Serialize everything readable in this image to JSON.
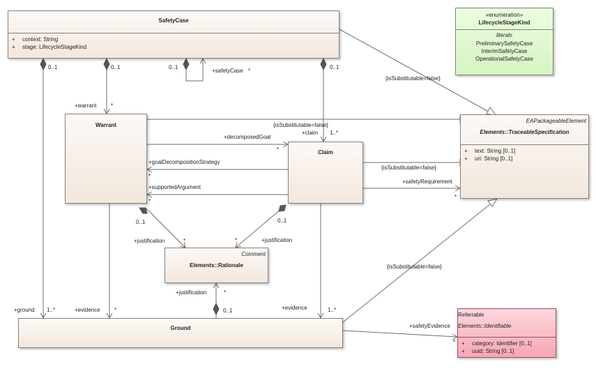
{
  "classes": {
    "safety_case": {
      "name": "SafetyCase",
      "attributes": [
        {
          "vis": "+",
          "text": "context: String"
        },
        {
          "vis": "+",
          "text": "stage: LifecycleStageKind"
        }
      ]
    },
    "warrant": {
      "name": "Warrant"
    },
    "claim": {
      "name": "Claim"
    },
    "ground": {
      "name": "Ground"
    },
    "rationale": {
      "stereotype": "Comment",
      "name": "Elements::Rationale"
    },
    "traceable": {
      "stereotype": "EAPackageableElement",
      "name": "Elements::TraceableSpecification",
      "attributes": [
        {
          "vis": "+",
          "text": "text: String [0..1]"
        },
        {
          "vis": "+",
          "text": "uri: String [0..1]"
        }
      ]
    },
    "identifiable": {
      "stereotype": "Referrable",
      "name": "Elements::Identifiable",
      "attributes": [
        {
          "vis": "+",
          "text": "category: Identifier [0..1]"
        },
        {
          "vis": "+",
          "text": "uuid: String [0..1]"
        }
      ]
    },
    "lifecycle": {
      "stereotype": "«enumeration»",
      "name": "LifecycleStageKind",
      "section": "literals",
      "literals": [
        "PreliminarySafetyCase",
        "InterimSafetyCase",
        "OperationalSafetyCase"
      ]
    }
  },
  "labels": {
    "sc_ground_mult": "0..1",
    "sc_warrant_mult": "0..1",
    "sc_self_mult": "0..1",
    "sc_self_role": "+safetyCase",
    "sc_self_star": "*",
    "sc_claim_mult": "0..1",
    "warrant_role": "+warrant",
    "warrant_star": "*",
    "sc_subst": "{isSubstitutable=false}",
    "warrant_subst": "{isSubstitutable=false}",
    "claim_role": "+claim",
    "claim_mult": "1..*",
    "decomposed_goal": "+decomposedGoal",
    "decomposed_star": "*",
    "goal_decomp": "+goalDecompositionStrategy",
    "goal_decomp_star": "*",
    "supported_arg": "+supportedArgument",
    "supported_star": "*",
    "claim_subst": "{isSubstitutable=false}",
    "safety_req": "+safetyRequirement",
    "safety_req_star": "*",
    "warrant_rat_mult": "0..1",
    "warrant_rat_role": "+justification",
    "warrant_rat_star": "*",
    "claim_rat_mult": "0..1",
    "claim_rat_star": "*",
    "claim_rat_role": "+justification",
    "ground_subst": "{isSubstitutable=false}",
    "ground_role": "+ground",
    "ground_mult": "1..*",
    "evidence_role": "+evidence",
    "evidence_star": "*",
    "rat_role": "+justification",
    "rat_star": "*",
    "ground_rat_mult": "0..1",
    "claim_evidence_role": "+evidence",
    "claim_evidence_mult": "1..*",
    "safety_evidence": "+safetyEvidence",
    "safety_evidence_star": "*"
  }
}
